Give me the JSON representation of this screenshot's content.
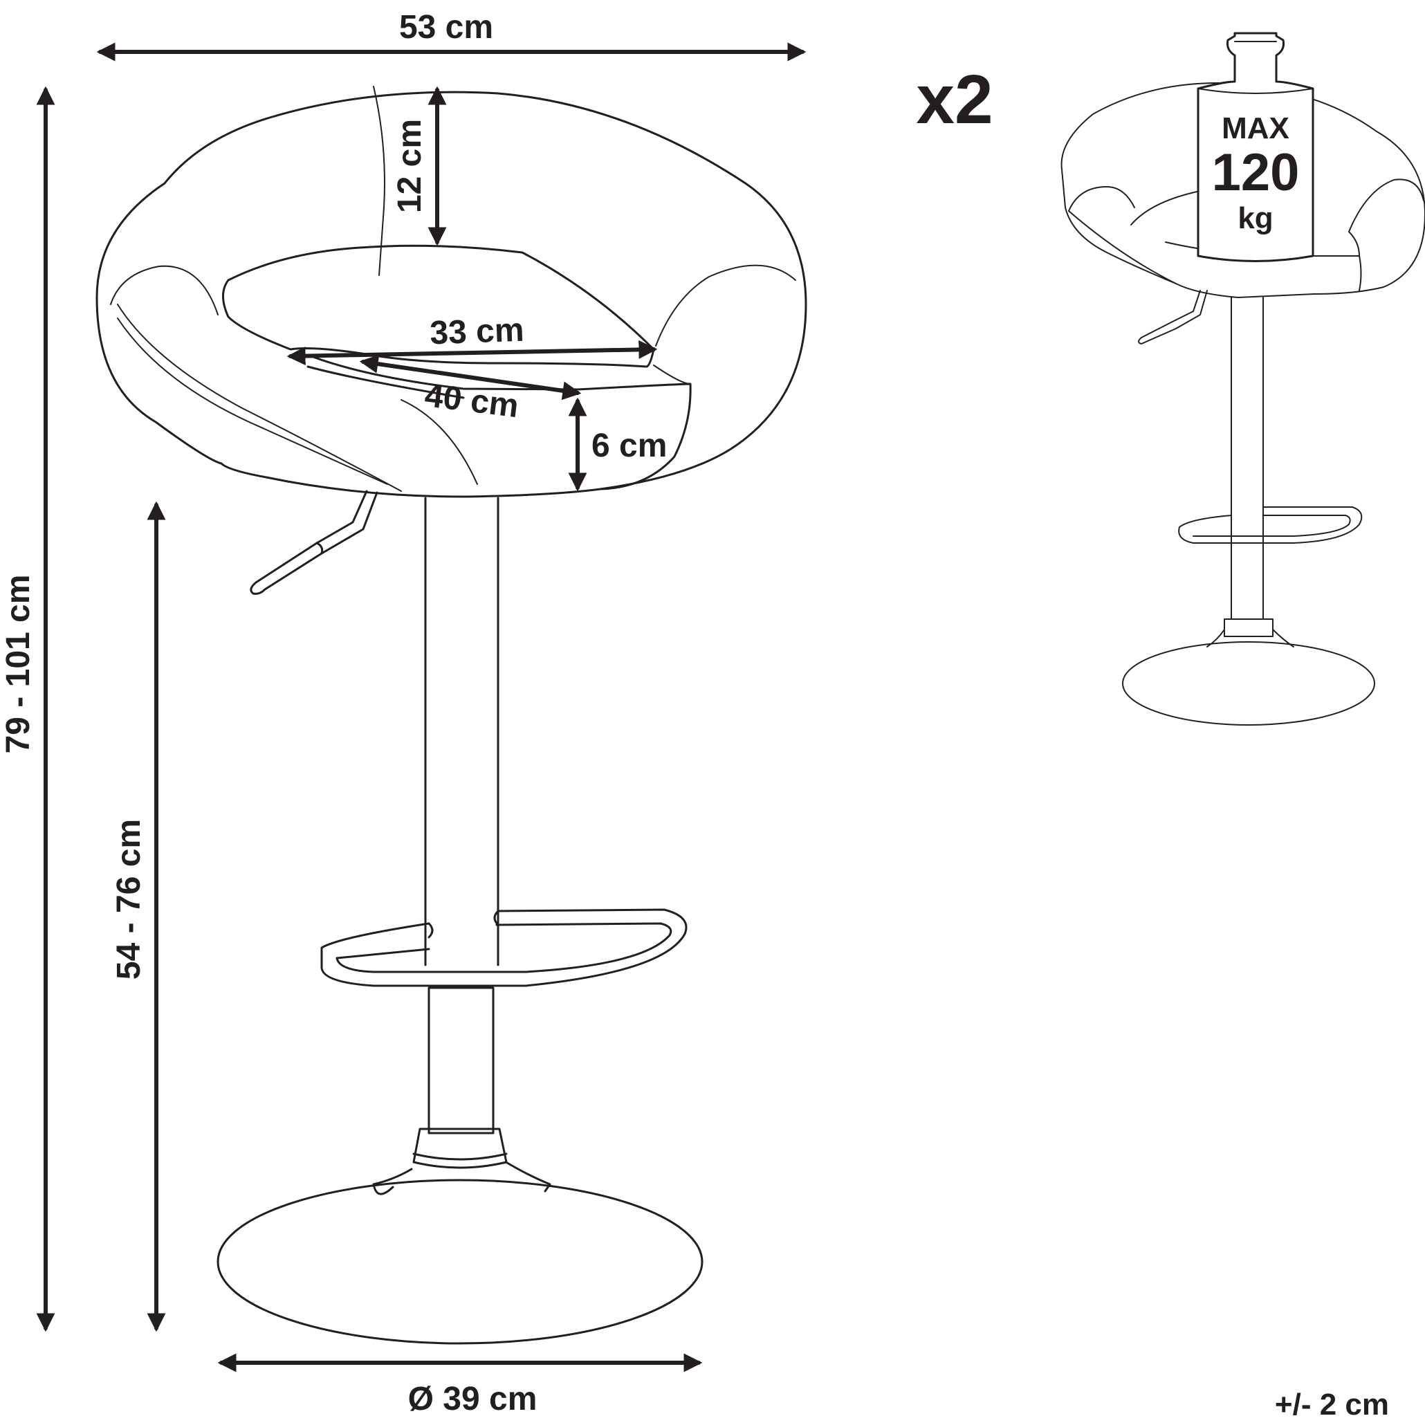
{
  "dimensions": {
    "width_top": "53 cm",
    "backrest_height": "12 cm",
    "seat_width": "33 cm",
    "seat_depth": "40 cm",
    "seat_thickness": "6 cm",
    "total_height": "79 - 101 cm",
    "seat_height": "54 - 76 cm",
    "base_diameter": "Ø 39 cm",
    "tolerance": "+/- 2 cm"
  },
  "quantity": "x2",
  "max_load": {
    "label": "MAX",
    "value": "120",
    "unit": "kg"
  },
  "colors": {
    "line": "#231f20",
    "background": "#ffffff"
  }
}
